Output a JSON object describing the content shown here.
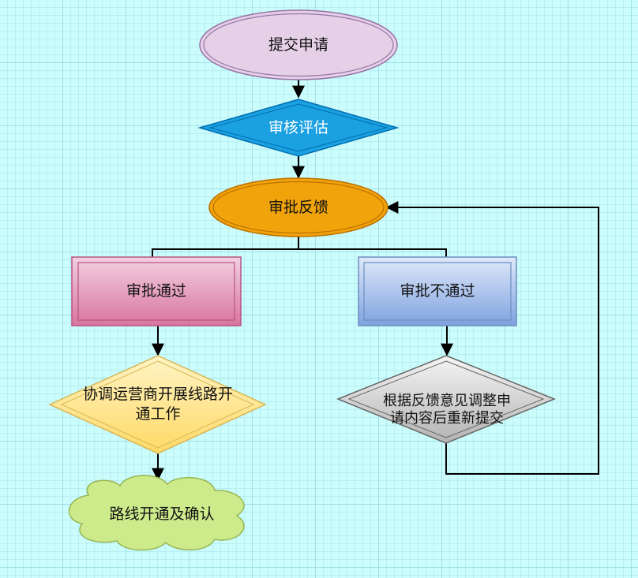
{
  "nodes": {
    "submit": "提交申请",
    "review": "审核评估",
    "feedback": "审批反馈",
    "approved": "审批通过",
    "rejected": "审批不通过",
    "coordinate": "协调运营商开展线路开通工作",
    "resubmit": "根据反馈意见调整申请内容后重新提交",
    "confirm": "路线开通及确认"
  },
  "colors": {
    "submit_fill": "#e6d0e8",
    "review_fill": "#1ba1e2",
    "feedback_fill": "#f0a30a",
    "approved_fill": "#e6a3c1",
    "rejected_fill": "#a9c4eb",
    "coordinate_fill": "#ffe599",
    "resubmit_fill": "#d8d8d8",
    "confirm_fill": "#cdeb8b"
  }
}
